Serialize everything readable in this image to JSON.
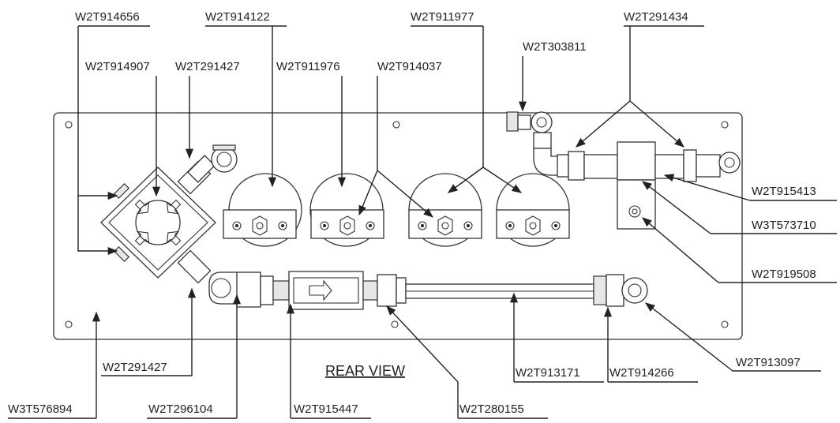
{
  "view_title": "REAR VIEW",
  "labels": {
    "W2T914656": "W2T914656",
    "W2T914122": "W2T914122",
    "W2T911977": "W2T911977",
    "W2T291434": "W2T291434",
    "W2T303811": "W2T303811",
    "W2T914907": "W2T914907",
    "W2T291427_top": "W2T291427",
    "W2T911976": "W2T911976",
    "W2T914037": "W2T914037",
    "W2T915413": "W2T915413",
    "W3T573710": "W3T573710",
    "W2T919508": "W2T919508",
    "W2T913097": "W2T913097",
    "W2T291427_bottom": "W2T291427",
    "W2T913171": "W2T913171",
    "W2T914266": "W2T914266",
    "W3T576894": "W3T576894",
    "W2T296104": "W2T296104",
    "W2T915447": "W2T915447",
    "W2T280155": "W2T280155"
  }
}
